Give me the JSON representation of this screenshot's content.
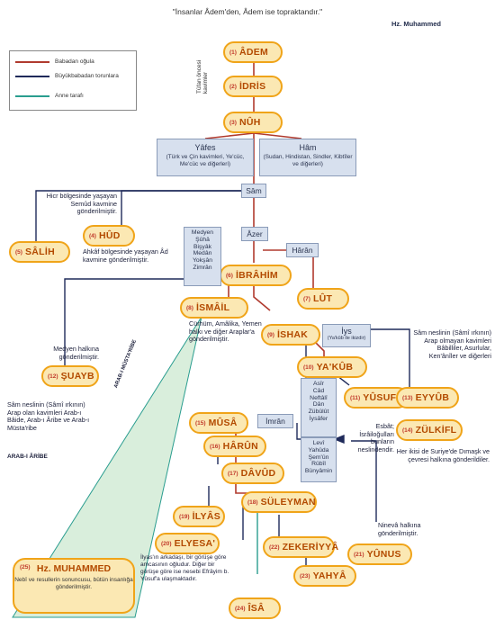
{
  "header": {
    "quote": "\"İnsanlar Âdem'den, Âdem ise topraktandır.\"",
    "quote_source": "Hz. Muhammed"
  },
  "legend": {
    "items": [
      {
        "label": "Babadan oğula",
        "color": "#b03a2e"
      },
      {
        "label": "Büyükbabadan torunlara",
        "color": "#1f2a5a"
      },
      {
        "label": "Anne tarafı",
        "color": "#2a9d8f"
      }
    ]
  },
  "tufan_note": "Tûfan öncesi kavimler",
  "prophets": {
    "adem": {
      "num": "(1)",
      "name": "ÂDEM"
    },
    "idris": {
      "num": "(2)",
      "name": "İDRİS"
    },
    "nuh": {
      "num": "(3)",
      "name": "NÛH"
    },
    "hud": {
      "num": "(4)",
      "name": "HÛD"
    },
    "salih": {
      "num": "(5)",
      "name": "SÂLİH"
    },
    "ibrahim": {
      "num": "(6)",
      "name": "İBRÂHİM"
    },
    "lut": {
      "num": "(7)",
      "name": "LÛT"
    },
    "ismail": {
      "num": "(8)",
      "name": "İSMÂİL"
    },
    "ishak": {
      "num": "(9)",
      "name": "İSHAK"
    },
    "yakub": {
      "num": "(10)",
      "name": "YA'KÛB"
    },
    "yusuf": {
      "num": "(11)",
      "name": "YÛSUF"
    },
    "suayb": {
      "num": "(12)",
      "name": "ŞUAYB"
    },
    "eyyub": {
      "num": "(13)",
      "name": "EYYÛB"
    },
    "zulkifl": {
      "num": "(14)",
      "name": "ZÜLKİFL"
    },
    "musa": {
      "num": "(15)",
      "name": "MÛSÂ"
    },
    "harun": {
      "num": "(16)",
      "name": "HÂRÛN"
    },
    "davud": {
      "num": "(17)",
      "name": "DÂVÛD"
    },
    "suleyman": {
      "num": "(18)",
      "name": "SÜLEYMAN"
    },
    "ilyas": {
      "num": "(19)",
      "name": "İLYÂS"
    },
    "elyesa": {
      "num": "(20)",
      "name": "ELYESA'"
    },
    "yunus": {
      "num": "(21)",
      "name": "YÛNUS"
    },
    "zekeriyya": {
      "num": "(22)",
      "name": "ZEKERİYYÂ"
    },
    "yahya": {
      "num": "(23)",
      "name": "YAHYÂ"
    },
    "isa": {
      "num": "(24)",
      "name": "ÎSÂ"
    },
    "muhammed": {
      "num": "(25)",
      "name": "Hz. MUHAMMED",
      "sub": "Nebî ve resullerin sonuncusu, bütün insanlığa gönderilmiştir."
    }
  },
  "boxes": {
    "yafes_title": "Yâfes",
    "yafes_sub": "(Türk ve Çin kavimleri, Ye'cüc, Me'cüc ve diğerleri)",
    "ham_title": "Hâm",
    "ham_sub": "(Sudan, Hindistan, Sindler, Kibtîler ve diğerleri)",
    "sam": "Sâm",
    "azer": "Âzer",
    "haran": "Hârân",
    "imran": "İmrân",
    "iys_title": "İys",
    "iys_sub": "(Ya'kûb ile ikizdir)",
    "ibrahim_sons": [
      "Medyen",
      "Şûhâ",
      "Bişyâk",
      "Medân",
      "Yokşân",
      "Zimrân"
    ],
    "yakub_sons_top": [
      "Asîr",
      "Câd",
      "Neftâlî",
      "Dân",
      "Zübûlût",
      "İysâfer"
    ],
    "yakub_sons_bottom": [
      "Levî",
      "Yahûda",
      "Şem'ûn",
      "Rûbîl",
      "Bünyâmin"
    ]
  },
  "notes": {
    "hicr": "Hicr bölgesinde yaşayan Semûd kavmine gönderilmiştir.",
    "ahkaf": "Ahkâf bölgesinde yaşayan Âd kavmine gönderilmiştir.",
    "cur": "Cürhüm, Amâlika, Yemen halkı ve diğer Araplar'a gönderilmiştir.",
    "medyen": "Medyen halkına gönderilmiştir.",
    "sam_araplar": "Sâm neslinin (Sâmî ırkının) Arap olan kavimleri Arab-ı Bâide, Arab-ı Âribe ve Arab-ı Müsta'ribe",
    "arab_aribe": "ARAB-I ÂRİBE",
    "arab_mustaribe": "ARAB-I MÜSTA'RİBE",
    "sam_diger": "Sâm neslinin (Sâmî ırkının) Arap olmayan kavimleri Bâbilliler, Asurlular, Ken'ânîler ve diğerleri",
    "esbat": "Esbât; İsrâiloğulları bunların neslindendir.",
    "suriye": "Her ikisi de Suriye'de Dımaşk ve çevresi halkına gönderildiler.",
    "ninova": "Ninevâ halkına gönderilmiştir.",
    "ilyas_note": "İlyas'ın arkadaşı, bir görüşe göre amcasının oğludur. Diğer bir görüşe göre ise nesebi Efrâyim b. Yûsuf'a ulaşmaktadır."
  }
}
